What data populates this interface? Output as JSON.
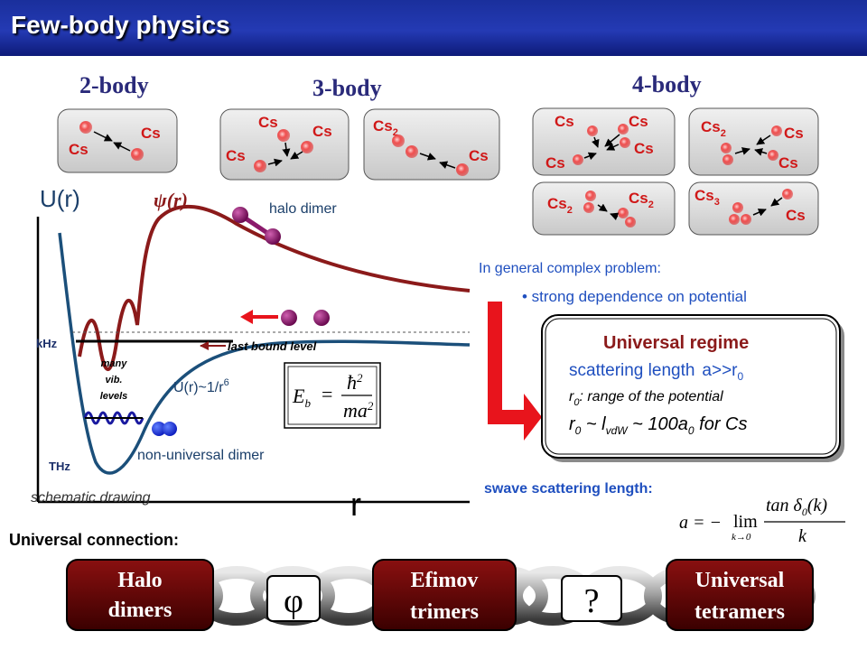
{
  "header": {
    "title": "Few-body physics"
  },
  "groups": {
    "two_body": "2-body",
    "three_body": "3-body",
    "four_body": "4-body"
  },
  "atoms": {
    "cs": "Cs",
    "cs2_base": "Cs",
    "cs2_sub": "2",
    "cs3_base": "Cs",
    "cs3_sub": "3"
  },
  "potential": {
    "ylabel": "U(r)",
    "xlabel": "r",
    "psi_label": "ψ(r)",
    "halo_label": "halo dimer",
    "last_bound": "last bound level",
    "khz": "kHz",
    "thz": "THz",
    "many_vib": [
      "many",
      "vib.",
      "levels"
    ],
    "tail_label": "U(r)~1/r",
    "tail_exp": "6",
    "nonuniversal": "non-universal dimer",
    "schematic": "schematic drawing"
  },
  "energy_formula": {
    "lhs": "E",
    "sub": "b",
    "eq": "=",
    "num": "ħ",
    "num_exp": "2",
    "den": "ma",
    "den_exp": "2"
  },
  "complex": {
    "line1": "In general complex problem:",
    "line2": "• strong dependence on potential"
  },
  "universal_box": {
    "title": "Universal regime",
    "l1a": "scattering length",
    "l1b": "a>>r",
    "l1b_sub": "0",
    "l2": "r",
    "l2_sub": "0",
    "l2_rest": ": range of the potential",
    "l3": "r",
    "l3_sub": "0",
    "l3_mid": " ~ l",
    "l3_sub2": "vdW",
    "l3_rest": " ~ 100a",
    "l3_sub3": "0",
    "l3_end": " for Cs"
  },
  "swave": {
    "label": "swave scattering length:",
    "lhs": "a = −",
    "lim": "lim",
    "lim_sub": "k→0",
    "num": "tan δ",
    "num_sub": "0",
    "num_arg": "(k)",
    "den": "k"
  },
  "connection": {
    "label": "Universal connection:",
    "box1": [
      "Halo",
      "dimers"
    ],
    "phi": "φ",
    "box2": [
      "Efimov",
      "trimers"
    ],
    "q": "?",
    "box3": [
      "Universal",
      "tetramers"
    ]
  },
  "colors": {
    "header": "#2238b0",
    "potential": "#1b4f7a",
    "psi": "#8b1a1a",
    "red": "#e8141c",
    "blue_text": "#1f4fbf",
    "atom_pink": "#f06060",
    "dimer_purple": "#8b1a6b",
    "box_dark": "#4a0000",
    "box_accent": "#c0181c"
  }
}
